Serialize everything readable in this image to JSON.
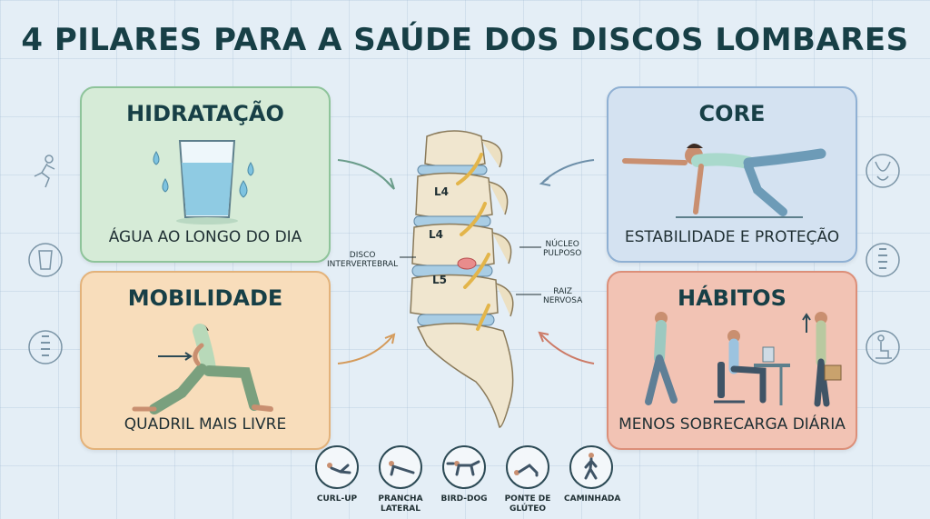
{
  "title": "4 PILARES PARA A SAÚDE DOS DISCOS LOMBARES",
  "cards": {
    "hidratacao": {
      "heading": "HIDRATAÇÃO",
      "caption": "ÁGUA AO LONGO DO DIA"
    },
    "core": {
      "heading": "CORE",
      "caption": "ESTABILIDADE E PROTEÇÃO"
    },
    "mobilidade": {
      "heading": "MOBILIDADE",
      "caption": "QUADRIL MAIS LIVRE"
    },
    "habitos": {
      "heading": "HÁBITOS",
      "caption": "MENOS SOBRECARGA DIÁRIA"
    }
  },
  "spine": {
    "vertebra_labels": [
      "L4",
      "L4",
      "L5"
    ],
    "disco": "DISCO\nINTERVERTEBRAL",
    "nucleo": "NÚCLEO\nPULPOSO",
    "raiz": "RAIZ\nNERVOSA"
  },
  "exercises": [
    {
      "label": "CURL-UP"
    },
    {
      "label": "PRANCHA\nLATERAL"
    },
    {
      "label": "BIRD-DOG"
    },
    {
      "label": "PONTE DE\nGLÚTEO"
    },
    {
      "label": "CAMINHADA"
    }
  ],
  "colors": {
    "hidratacao_bg": "#d6ebd7",
    "core_bg": "#d4e2f1",
    "mobilidade_bg": "#f8ddbb",
    "habitos_bg": "#f2c3b4",
    "title": "#173f46"
  },
  "side_icons": {
    "left": [
      "running-icon",
      "glass-icon",
      "spine-icon"
    ],
    "right": [
      "torso-icon",
      "spine-icon",
      "person-sitting-icon"
    ]
  }
}
